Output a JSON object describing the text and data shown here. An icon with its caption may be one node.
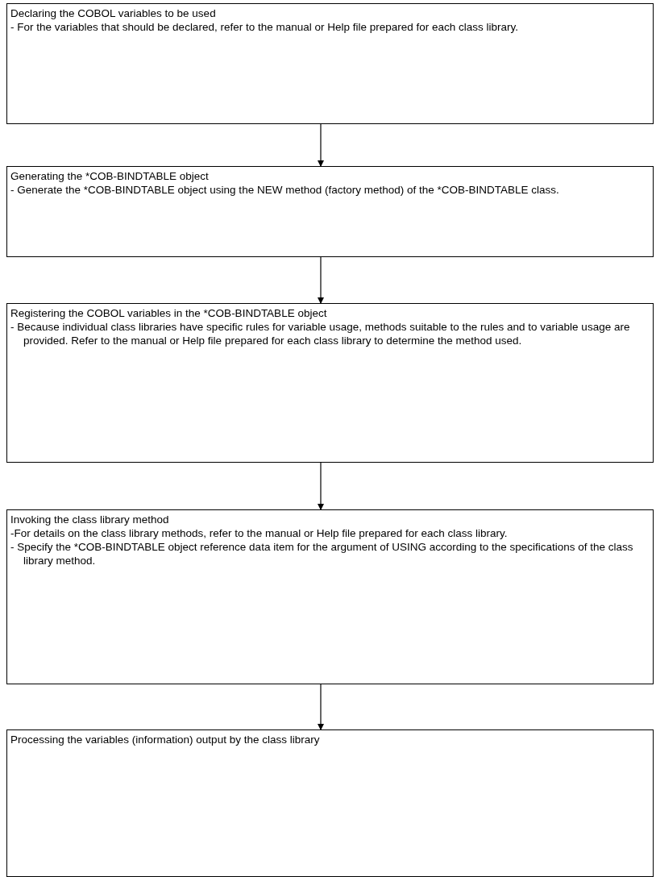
{
  "diagram": {
    "nodes": [
      {
        "text": [
          "Declaring the COBOL variables to be used",
          "- For the variables that should be declared, refer to the manual or Help file prepared for each class library."
        ]
      },
      {
        "text": [
          "Generating the *COB-BINDTABLE object",
          "- Generate the *COB-BINDTABLE object using the NEW method (factory method) of the *COB-BINDTABLE class."
        ]
      },
      {
        "text": [
          "Registering the COBOL variables in the *COB-BINDTABLE object",
          "- Because individual class libraries have specific rules for variable usage, methods suitable to the rules and to variable usage are provided.  Refer to the manual or Help file prepared for each class library to determine the method used."
        ]
      },
      {
        "text": [
          "Invoking the class library method",
          "-For details on the class library methods, refer to the manual or Help file prepared for each class library.",
          "- Specify the *COB-BINDTABLE object reference data item for the argument of USING according to the specifications of the class library method."
        ]
      },
      {
        "text": [
          "Processing the variables (information) output by the class library"
        ]
      }
    ],
    "edges": [
      {
        "from": 0,
        "to": 1,
        "arrow": "to"
      },
      {
        "from": 1,
        "to": 2,
        "arrow": "to"
      },
      {
        "from": 2,
        "to": 3,
        "arrow": "to"
      },
      {
        "from": 3,
        "to": 4,
        "arrow": "to"
      }
    ]
  }
}
